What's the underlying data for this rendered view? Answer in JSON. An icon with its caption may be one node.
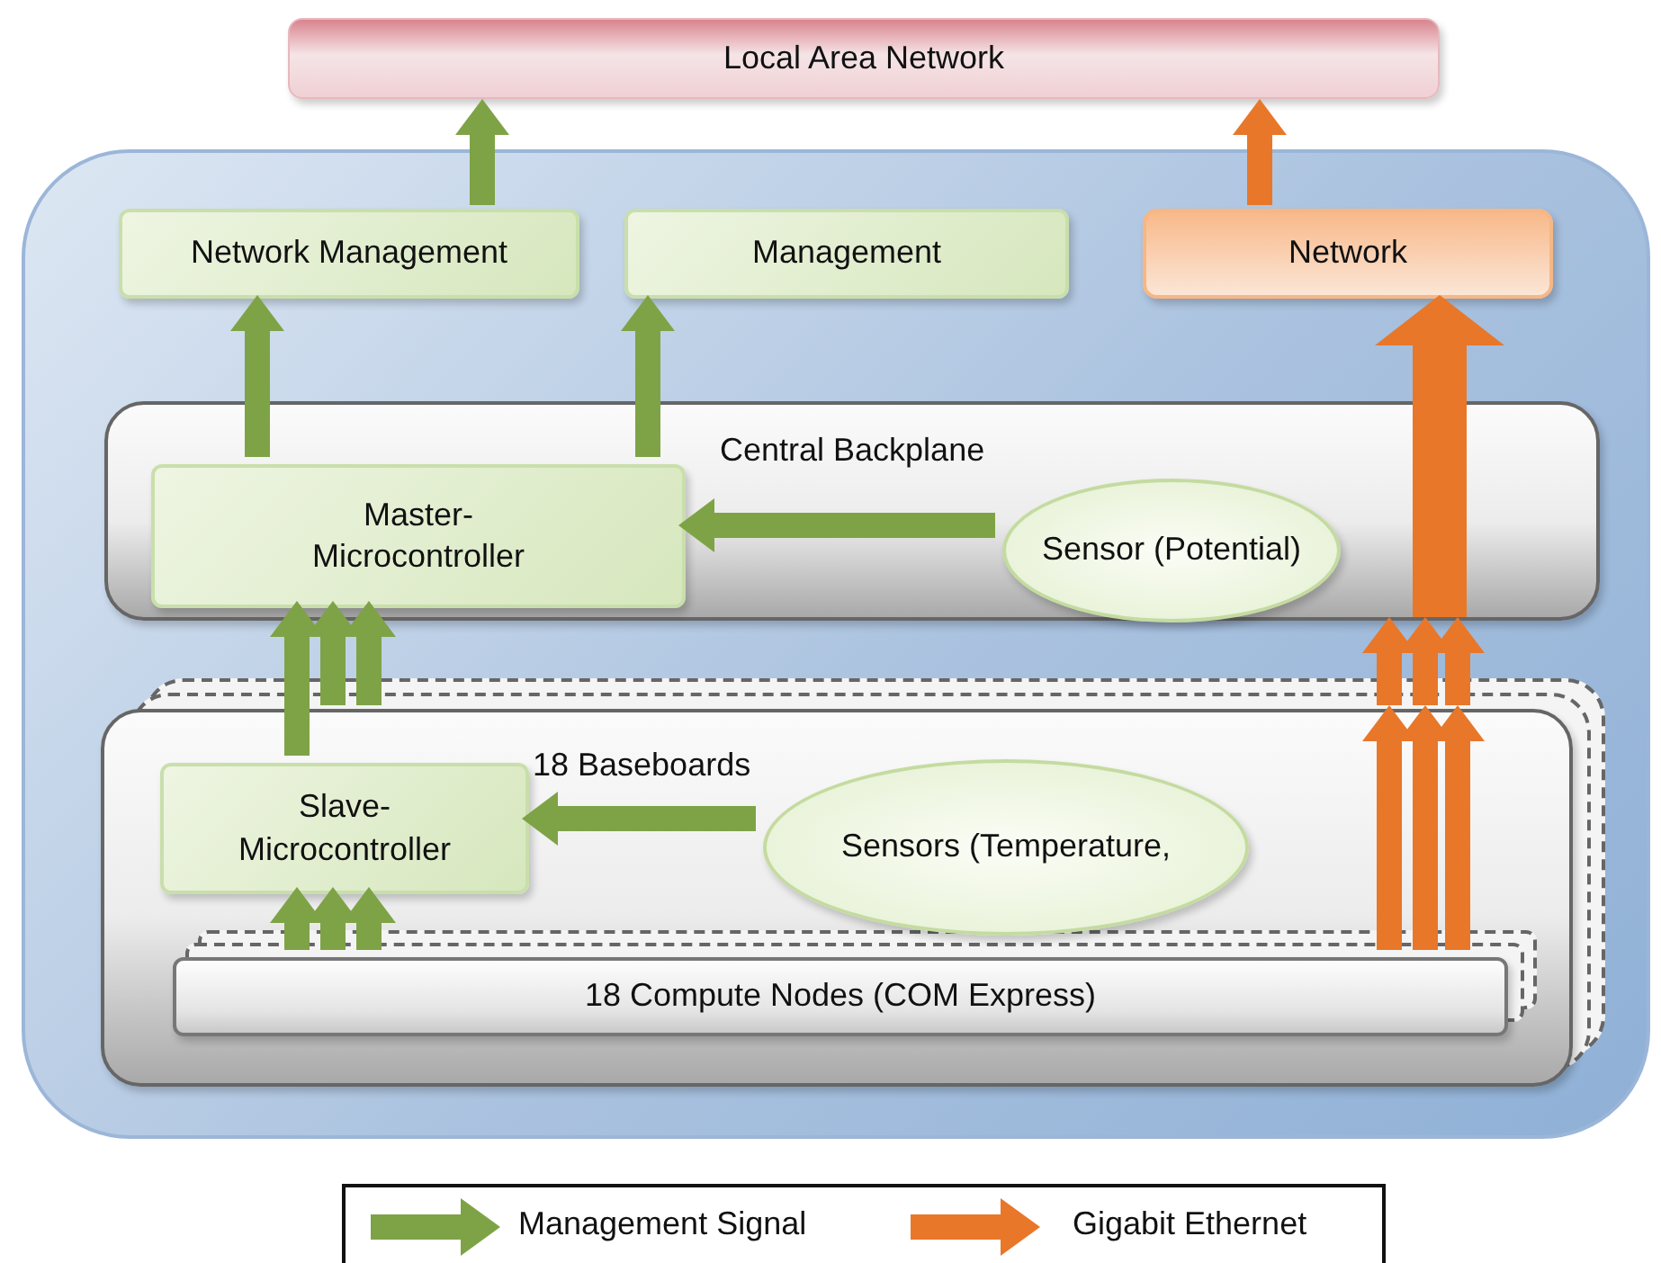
{
  "diagram": {
    "nodes": [
      {
        "text": [
          "Local Area Network"
        ]
      },
      {
        "text": [],
        "shape": "box"
      },
      {
        "text": [
          "Network Management"
        ],
        "in": 1
      },
      {
        "text": [
          "Management"
        ],
        "in": 1
      },
      {
        "text": [
          "Network"
        ],
        "in": 1
      },
      {
        "text": [
          "Central Backplane"
        ],
        "in": 1
      },
      {
        "text": [
          "Master- Microcontroller"
        ],
        "in": 5
      },
      {
        "text": [
          "Sensor (Potential)"
        ],
        "in": 5
      },
      {
        "text": [
          "18 Baseboards"
        ],
        "in": 1
      },
      {
        "text": [
          "Slave- Microcontroller"
        ],
        "in": 8
      },
      {
        "text": [
          "Sensors (Temperature,"
        ],
        "in": 8
      },
      {
        "text": [
          "18 Compute Nodes (COM Express)"
        ],
        "in": 8
      }
    ],
    "edges": [
      {
        "from": 2,
        "to": 0,
        "arrow": "to"
      },
      {
        "from": 4,
        "to": 0,
        "arrow": "to",
        "color": "#e8772a"
      },
      {
        "from": 6,
        "to": 2,
        "arrow": "to"
      },
      {
        "from": 6,
        "to": 3,
        "arrow": "to"
      },
      {
        "from": 7,
        "to": 6,
        "arrow": "to"
      },
      {
        "from": 10,
        "to": 9,
        "arrow": "to"
      },
      {
        "from": 9,
        "to": 6,
        "arrow": "to"
      },
      {
        "from": 8,
        "to": 6,
        "arrow": "to"
      },
      {
        "from": 8,
        "to": 6,
        "arrow": "to"
      },
      {
        "from": 11,
        "to": 9,
        "arrow": "to"
      },
      {
        "from": 11,
        "to": 9,
        "arrow": "to"
      },
      {
        "from": 11,
        "to": 9,
        "arrow": "to"
      },
      {
        "from": 11,
        "to": 8,
        "arrow": "to",
        "color": "#e8772a"
      },
      {
        "from": 11,
        "to": 8,
        "arrow": "to",
        "color": "#e8772a"
      },
      {
        "from": 11,
        "to": 8,
        "arrow": "to",
        "color": "#e8772a"
      },
      {
        "from": 8,
        "to": 5,
        "arrow": "to",
        "color": "#e8772a"
      },
      {
        "from": 8,
        "to": 5,
        "arrow": "to",
        "color": "#e8772a"
      },
      {
        "from": 8,
        "to": 5,
        "arrow": "to",
        "color": "#e8772a"
      },
      {
        "from": 5,
        "to": 4,
        "arrow": "to",
        "style": "thick",
        "color": "#e8772a"
      }
    ],
    "legend": [
      {
        "text": "Management Signal",
        "color": "#7ea346"
      },
      {
        "text": "Gigabit Ethernet",
        "color": "#e8772a"
      }
    ]
  }
}
